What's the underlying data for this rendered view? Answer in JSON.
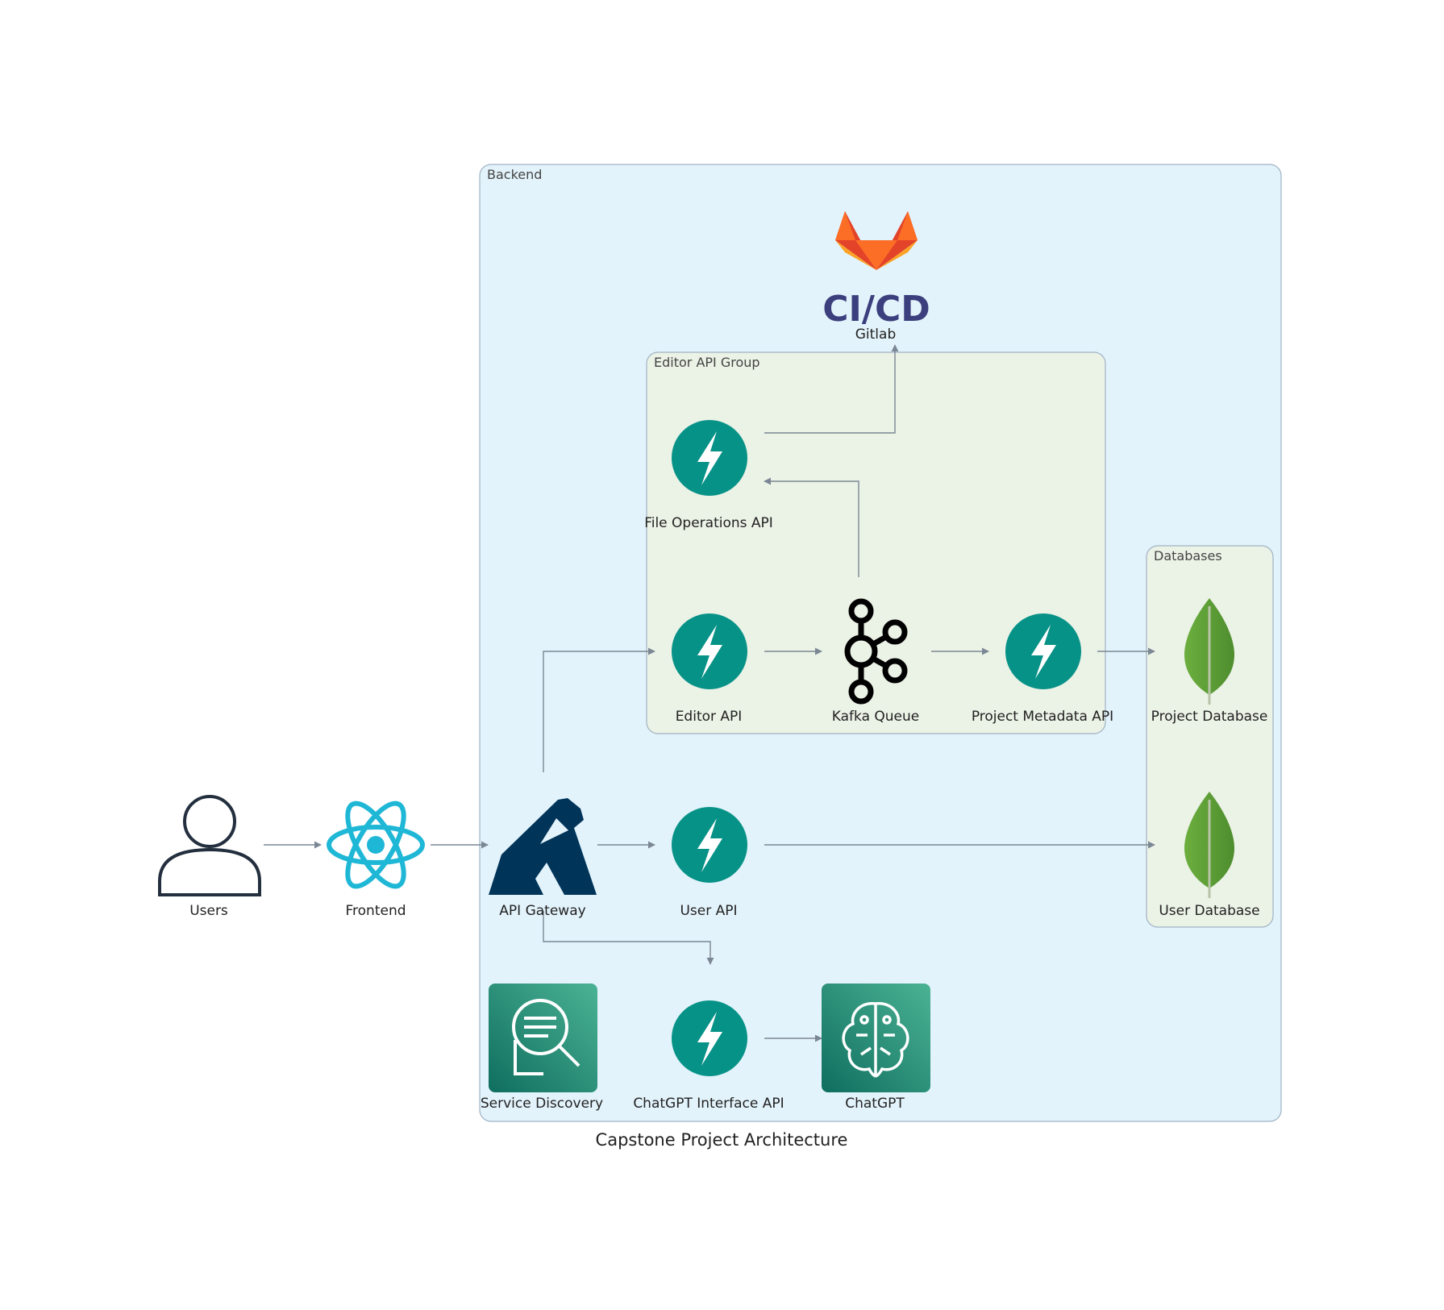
{
  "diagram": {
    "caption": "Capstone Project Architecture",
    "clusters": {
      "backend": {
        "label": "Backend"
      },
      "editor_group": {
        "label": "Editor API Group"
      },
      "databases": {
        "label": "Databases"
      }
    },
    "nodes": {
      "users": {
        "label": "Users",
        "icon": "user-icon"
      },
      "frontend": {
        "label": "Frontend",
        "icon": "react-icon"
      },
      "api_gateway": {
        "label": "API Gateway",
        "icon": "kong-icon"
      },
      "user_api": {
        "label": "User API",
        "icon": "fastapi-icon"
      },
      "editor_api": {
        "label": "Editor API",
        "icon": "fastapi-icon"
      },
      "file_ops_api": {
        "label": "File Operations API",
        "icon": "fastapi-icon"
      },
      "kafka": {
        "label": "Kafka Queue",
        "icon": "kafka-icon"
      },
      "project_meta_api": {
        "label": "Project Metadata API",
        "icon": "fastapi-icon"
      },
      "project_db": {
        "label": "Project Database",
        "icon": "mongodb-icon"
      },
      "user_db": {
        "label": "User Database",
        "icon": "mongodb-icon"
      },
      "gitlab": {
        "label": "Gitlab",
        "icon": "gitlab-cicd-icon",
        "logo_text": "CI/CD"
      },
      "service_discovery": {
        "label": "Service Discovery",
        "icon": "service-discovery-icon"
      },
      "chatgpt_api": {
        "label": "ChatGPT Interface API",
        "icon": "fastapi-icon"
      },
      "chatgpt": {
        "label": "ChatGPT",
        "icon": "chatgpt-icon"
      }
    },
    "edges": [
      {
        "from": "Users",
        "to": "Frontend"
      },
      {
        "from": "Frontend",
        "to": "API Gateway"
      },
      {
        "from": "API Gateway",
        "to": "User API"
      },
      {
        "from": "API Gateway",
        "to": "Editor API"
      },
      {
        "from": "API Gateway",
        "to": "ChatGPT Interface API"
      },
      {
        "from": "Editor API",
        "to": "Kafka Queue"
      },
      {
        "from": "Kafka Queue",
        "to": "Project Metadata API"
      },
      {
        "from": "Kafka Queue",
        "to": "File Operations API"
      },
      {
        "from": "Project Metadata API",
        "to": "Project Database"
      },
      {
        "from": "User API",
        "to": "User Database"
      },
      {
        "from": "File Operations API",
        "to": "Gitlab"
      },
      {
        "from": "ChatGPT Interface API",
        "to": "ChatGPT"
      }
    ],
    "colors": {
      "backend_fill": "#e3f3fb",
      "group_fill": "#ebf2e6",
      "cluster_border": "#9fb3c4",
      "edge": "#7b8794",
      "fastapi": "#079287",
      "react": "#1fb7d6",
      "kong": "#003459",
      "mongodb": "#5ea03c",
      "gitlab_orange": "#fc6d26",
      "cicd_navy": "#3b3f7d",
      "aws_teal": "#2e9b82"
    }
  }
}
